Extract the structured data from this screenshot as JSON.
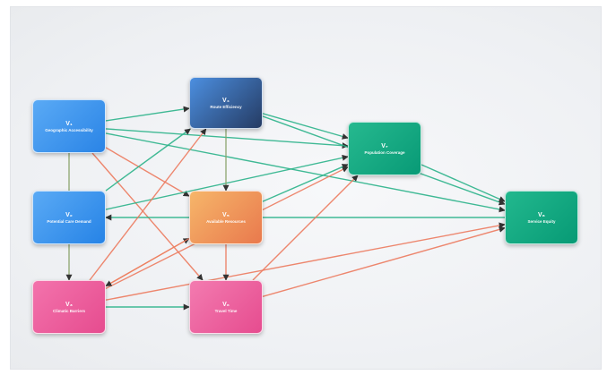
{
  "colors": {
    "positive_edge": "#2bb38a",
    "negative_edge": "#ec7a5e",
    "mixed_edge": "#8aa36a",
    "orange_edge": "#f3a36f"
  },
  "nodes": [
    {
      "key": "v1",
      "id": "V₁",
      "label": "Geographic Accessibility"
    },
    {
      "key": "v2",
      "id": "V₂",
      "label": "Potential Care Demand"
    },
    {
      "key": "v3",
      "id": "V₃",
      "label": "Climatic Barriers"
    },
    {
      "key": "v4",
      "id": "V₄",
      "label": "Route Efficiency"
    },
    {
      "key": "v5",
      "id": "V₅",
      "label": "Available Resources"
    },
    {
      "key": "v6",
      "id": "V₆",
      "label": "Travel Time"
    },
    {
      "key": "v7",
      "id": "V₇",
      "label": "Population Coverage"
    },
    {
      "key": "v8",
      "id": "V₈",
      "label": "Service Equity"
    }
  ],
  "edges": [
    {
      "from": "v1",
      "to": "v4",
      "kind": "positive_edge"
    },
    {
      "from": "v1",
      "to": "v7",
      "kind": "positive_edge"
    },
    {
      "from": "v1",
      "to": "v8",
      "kind": "positive_edge"
    },
    {
      "from": "v1",
      "to": "v5",
      "kind": "negative_edge"
    },
    {
      "from": "v1",
      "to": "v6",
      "kind": "negative_edge"
    },
    {
      "from": "v1",
      "to": "v3",
      "kind": "mixed_edge"
    },
    {
      "from": "v2",
      "to": "v4",
      "kind": "positive_edge"
    },
    {
      "from": "v2",
      "to": "v7",
      "kind": "positive_edge"
    },
    {
      "from": "v8",
      "to": "v2",
      "kind": "positive_edge"
    },
    {
      "from": "v3",
      "to": "v4",
      "kind": "negative_edge"
    },
    {
      "from": "v3",
      "to": "v5",
      "kind": "orange_edge"
    },
    {
      "from": "v3",
      "to": "v6",
      "kind": "positive_edge"
    },
    {
      "from": "v3",
      "to": "v7",
      "kind": "negative_edge"
    },
    {
      "from": "v3",
      "to": "v8",
      "kind": "negative_edge"
    },
    {
      "from": "v4",
      "to": "v7",
      "kind": "positive_edge"
    },
    {
      "from": "v4",
      "to": "v8",
      "kind": "positive_edge"
    },
    {
      "from": "v4",
      "to": "v5",
      "kind": "mixed_edge"
    },
    {
      "from": "v5",
      "to": "v7",
      "kind": "positive_edge"
    },
    {
      "from": "v5",
      "to": "v6",
      "kind": "negative_edge"
    },
    {
      "from": "v5",
      "to": "v3",
      "kind": "negative_edge"
    },
    {
      "from": "v6",
      "to": "v7",
      "kind": "negative_edge"
    },
    {
      "from": "v6",
      "to": "v8",
      "kind": "negative_edge"
    },
    {
      "from": "v7",
      "to": "v8",
      "kind": "positive_edge"
    }
  ]
}
